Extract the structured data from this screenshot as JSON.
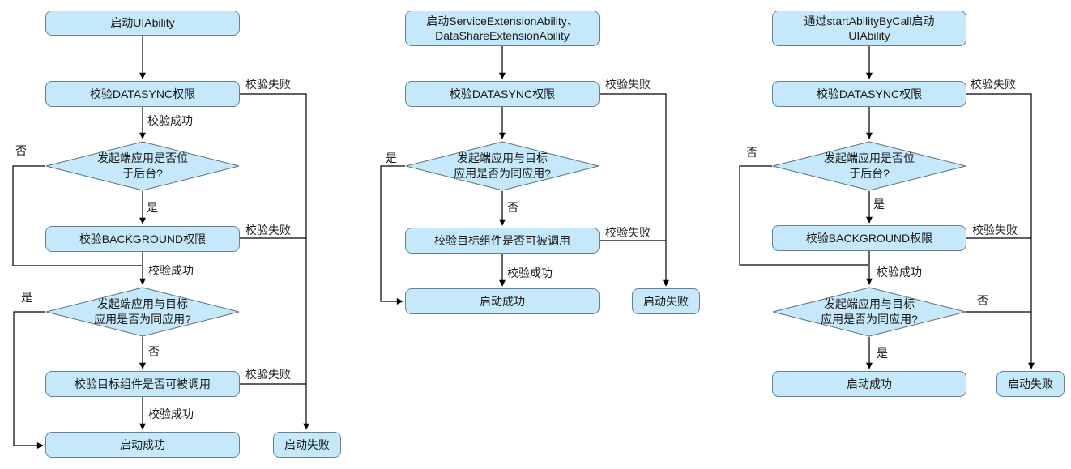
{
  "colors": {
    "node_fill": "#C5E8FA",
    "node_border": "#69808F",
    "line": "#000000",
    "background": "#FFFFFF"
  },
  "charts": [
    {
      "title": "start UIAbility flow",
      "nodes": {
        "start": "启动UIAbility",
        "check_datasync": "校验DATASYNC权限",
        "decide_background": "发起端应用是否位\n于后台?",
        "check_background": "校验BACKGROUND权限",
        "decide_same_app": "发起端应用与目标\n应用是否为同应用?",
        "check_target": "校验目标组件是否可被调用",
        "success": "启动成功",
        "fail": "启动失败"
      },
      "labels": {
        "check_fail_1": "校验失败",
        "check_ok_1": "校验成功",
        "no_background": "否",
        "yes_background": "是",
        "check_fail_2": "校验失败",
        "check_ok_2": "校验成功",
        "yes_same": "是",
        "no_same": "否",
        "check_fail_3": "校验失败",
        "check_ok_3": "校验成功"
      }
    },
    {
      "title": "start ServiceExtensionAbility / DataShareExtensionAbility flow",
      "nodes": {
        "start": "启动ServiceExtensionAbility、\nDataShareExtensionAbility",
        "check_datasync": "校验DATASYNC权限",
        "decide_same_app": "发起端应用与目标\n应用是否为同应用?",
        "check_target": "校验目标组件是否可被调用",
        "success": "启动成功",
        "fail": "启动失败"
      },
      "labels": {
        "check_fail_1": "校验失败",
        "yes_same": "是",
        "no_same": "否",
        "check_fail_2": "校验失败",
        "check_ok_2": "校验成功"
      }
    },
    {
      "title": "start UIAbility by startAbilityByCall flow",
      "nodes": {
        "start": "通过startAbilityByCall启动\nUIAbility",
        "check_datasync": "校验DATASYNC权限",
        "decide_background": "发起端应用是否位\n于后台?",
        "check_background": "校验BACKGROUND权限",
        "decide_same_app": "发起端应用与目标\n应用是否为同应用?",
        "success": "启动成功",
        "fail": "启动失败"
      },
      "labels": {
        "check_fail_1": "校验失败",
        "no_background": "否",
        "yes_background": "是",
        "check_fail_2": "校验失败",
        "check_ok_2": "校验成功",
        "no_same": "否",
        "yes_same": "是"
      }
    }
  ]
}
